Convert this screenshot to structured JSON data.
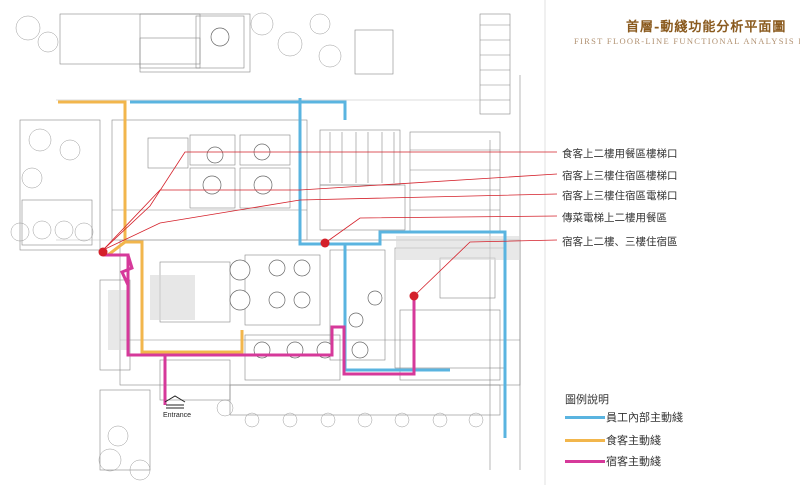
{
  "title": "首層-動綫功能分析平面圖",
  "subtitle": "FIRST FLOOR-LINE FUNCTIONAL ANALYSIS PLAN",
  "callouts": [
    "食客上二樓用餐區樓梯口",
    "宿客上三樓住宿區樓梯口",
    "宿客上三樓住宿區電梯口",
    "傳菜電梯上二樓用餐區",
    "宿客上二樓、三樓住宿區"
  ],
  "legend": {
    "title": "圖例說明",
    "items": [
      {
        "label": "員工內部主動綫",
        "color": "#5ab4e0"
      },
      {
        "label": "食客主動綫",
        "color": "#f2b64c"
      },
      {
        "label": "宿客主動綫",
        "color": "#d6399a"
      }
    ]
  },
  "entrance_label": "Entrance",
  "colors": {
    "staff": "#5ab4e0",
    "diner": "#f2b64c",
    "guest": "#d6399a",
    "marker": "#d4202a",
    "title": "#8a5a1e"
  }
}
